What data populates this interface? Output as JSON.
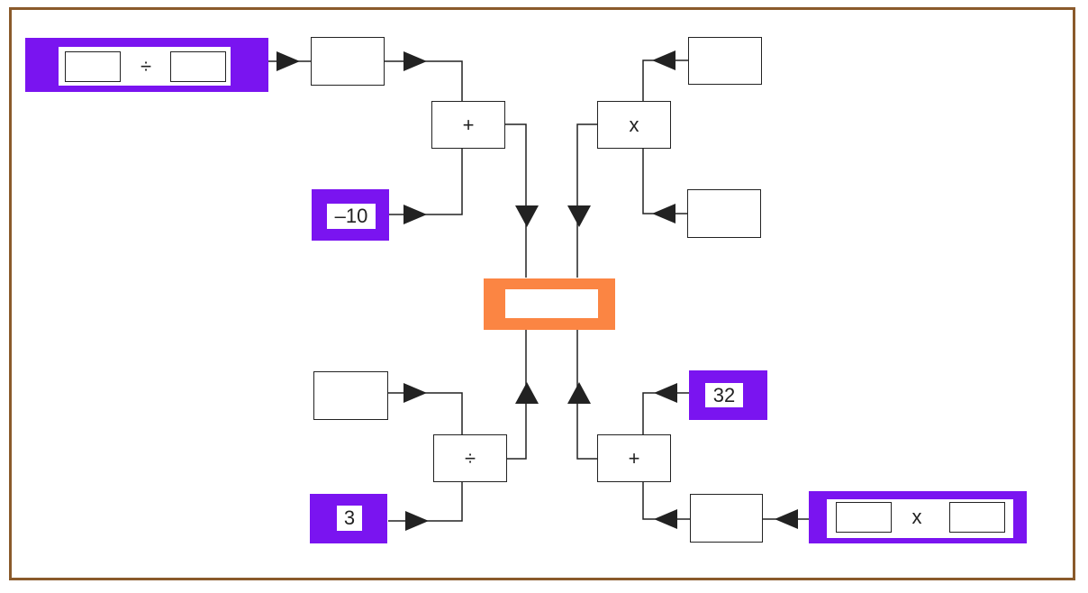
{
  "colors": {
    "frame": "#8a5a2b",
    "input_fill": "#7a14f0",
    "target_fill": "#fb8543"
  },
  "operators": {
    "top_left": "+",
    "top_right": "x",
    "bottom_left": "÷",
    "bottom_right": "+"
  },
  "inputs": {
    "division_source": {
      "operator": "÷"
    },
    "minus_ten": "–10",
    "three": "3",
    "thirty_two": "32",
    "multiplication_source": {
      "operator": "x"
    }
  },
  "blank_boxes": 5,
  "target_value": ""
}
